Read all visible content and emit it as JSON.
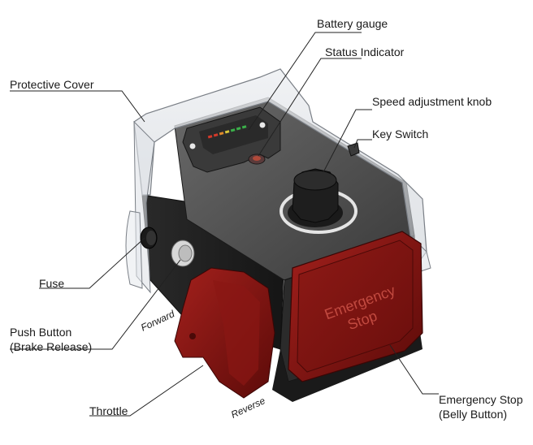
{
  "callouts": {
    "battery_gauge": "Battery gauge",
    "status_indicator": "Status Indicator",
    "protective_cover": "Protective Cover",
    "speed_knob": "Speed adjustment knob",
    "key_switch": "Key Switch",
    "fuse": "Fuse",
    "push_button_line1": "Push Button",
    "push_button_line2": "(Brake Release)",
    "throttle": "Throttle",
    "emergency_stop_line1": "Emergency Stop",
    "emergency_stop_line2": "(Belly Button)"
  },
  "direction_labels": {
    "forward": "Forward",
    "reverse": "Reverse"
  },
  "panel_text": {
    "line1": "Emergency",
    "line2": "Stop"
  },
  "colors": {
    "housing_dark": "#2b2b2b",
    "housing_mid": "#4a4a4a",
    "cover_glass": "#d9dde2",
    "red_part": "#7a1010",
    "red_highlight": "#a3201c",
    "gauge_led_red": "#d43a2a",
    "gauge_led_orange": "#e08a2a",
    "gauge_led_yellow": "#d9c73a",
    "gauge_led_green": "#3bb04a"
  }
}
